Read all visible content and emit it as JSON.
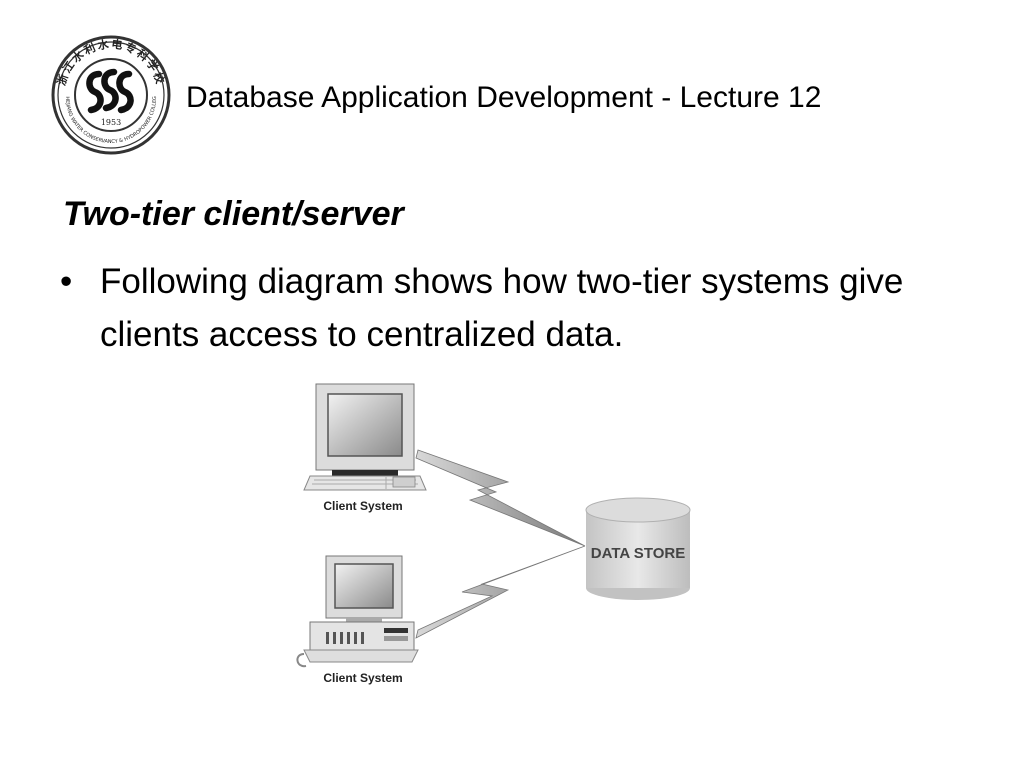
{
  "header": {
    "title": "Database Application Development - Lecture 12",
    "logo": {
      "icon": "college-seal-logo",
      "year": "1953",
      "ring_text_top": "浙江水利水电专科学校",
      "ring_text_bottom": "ZHEJIANG WATER CONSERVANCY & HYDROPOWER COLLEGE"
    }
  },
  "content": {
    "heading": "Two-tier client/server",
    "bullets": [
      "Following diagram shows how two-tier systems give clients access to centralized data."
    ]
  },
  "diagram": {
    "client_top_label": "Client System",
    "client_bottom_label": "Client System",
    "datastore_label": "DATA STORE"
  }
}
